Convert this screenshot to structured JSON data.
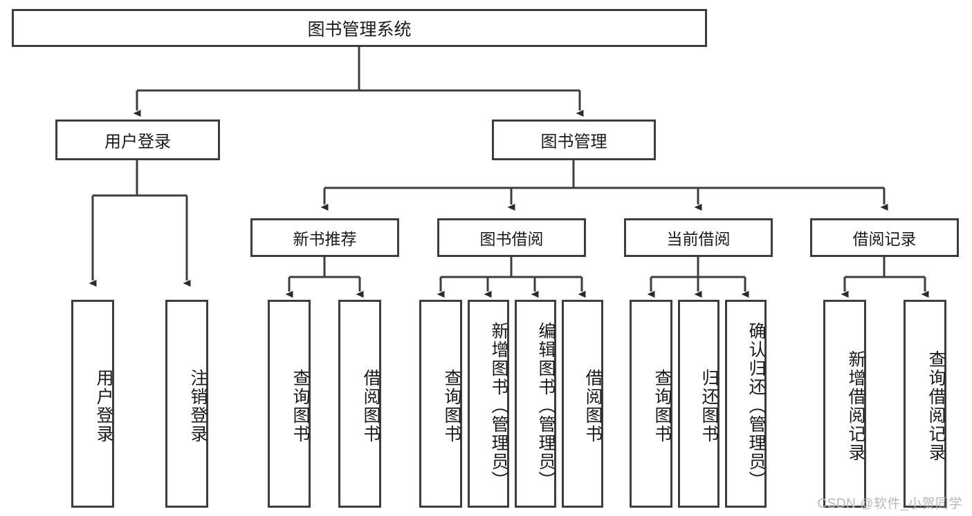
{
  "diagram": {
    "title": "图书管理系统",
    "type": "hierarchy-tree",
    "background_color": "#ffffff",
    "line_color": "#3d3d3d",
    "text_color": "#1a1a1a"
  },
  "watermark": {
    "text": "CSDN @软件_小贺同学",
    "color": "#b8b8b8"
  },
  "nodes": {
    "root": {
      "label": "图书管理系统"
    },
    "level1": [
      {
        "label": "用户登录"
      },
      {
        "label": "图书管理"
      }
    ],
    "level2": [
      {
        "label": "新书推荐"
      },
      {
        "label": "图书借阅"
      },
      {
        "label": "当前借阅"
      },
      {
        "label": "借阅记录"
      }
    ],
    "leaves": [
      {
        "label": "用户登录",
        "parent": "用户登录"
      },
      {
        "label": "注销登录",
        "parent": "用户登录"
      },
      {
        "label": "查询图书",
        "parent": "新书推荐"
      },
      {
        "label": "借阅图书",
        "parent": "新书推荐"
      },
      {
        "label": "查询图书",
        "parent": "图书借阅"
      },
      {
        "label": "新增图书（管理员）",
        "parent": "图书借阅"
      },
      {
        "label": "编辑图书（管理员）",
        "parent": "图书借阅"
      },
      {
        "label": "借阅图书",
        "parent": "图书借阅"
      },
      {
        "label": "查询图书",
        "parent": "当前借阅"
      },
      {
        "label": "归还图书",
        "parent": "当前借阅"
      },
      {
        "label": "确认归还（管理员）",
        "parent": "当前借阅"
      },
      {
        "label": "新增借阅记录",
        "parent": "借阅记录"
      },
      {
        "label": "查询借阅记录",
        "parent": "借阅记录"
      }
    ]
  }
}
